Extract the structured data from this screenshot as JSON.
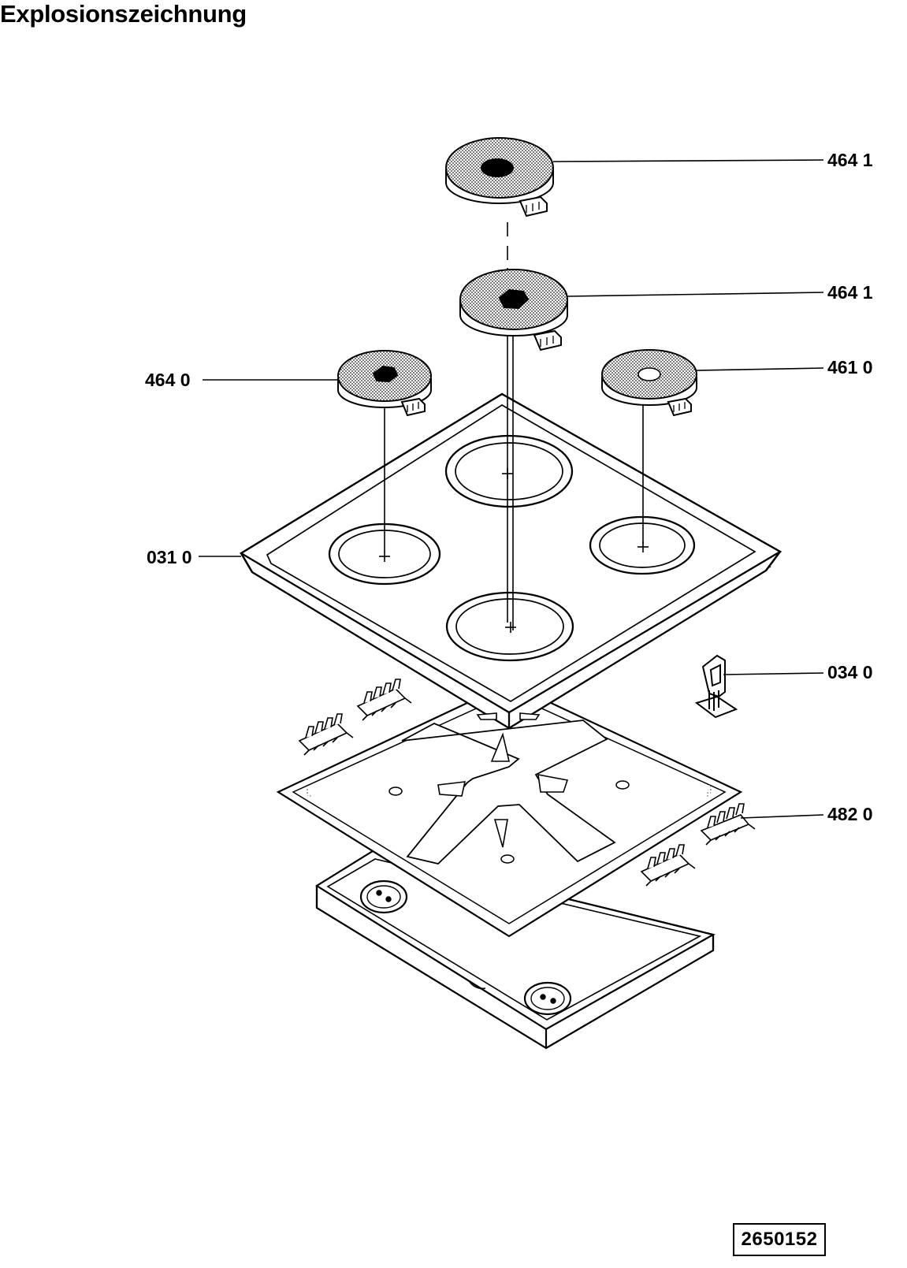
{
  "title": "Explosionszeichnung",
  "part_labels": [
    {
      "id": "plate-top",
      "text": "464 1"
    },
    {
      "id": "plate-back",
      "text": "464 1"
    },
    {
      "id": "plate-left",
      "text": "464 0"
    },
    {
      "id": "plate-right",
      "text": "461 0"
    },
    {
      "id": "hob-frame",
      "text": "031 0"
    },
    {
      "id": "holder-clip",
      "text": "034 0"
    },
    {
      "id": "terminal-block",
      "text": "482 0"
    }
  ],
  "document_number": "2650152",
  "colors": {
    "line": "#000000",
    "background": "#ffffff",
    "plate-shading": "#9a9a9a"
  }
}
